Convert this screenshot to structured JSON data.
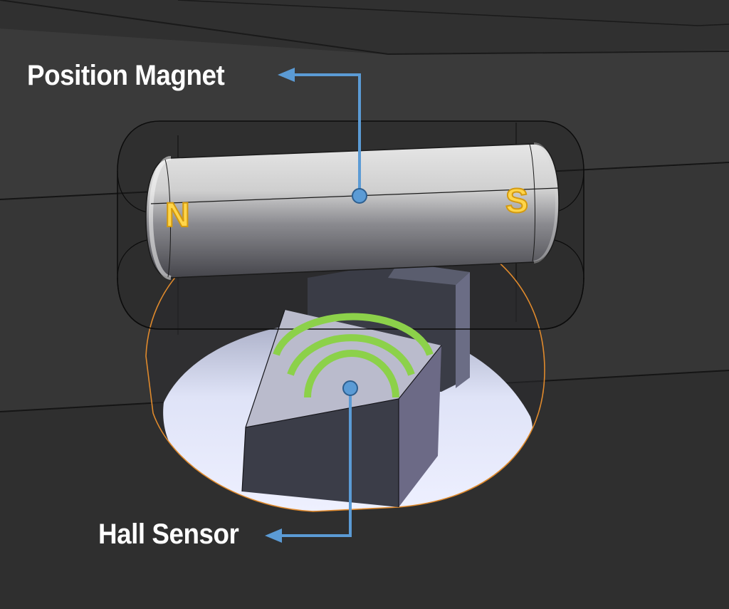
{
  "labels": {
    "magnet": "Position Magnet",
    "sensor": "Hall Sensor"
  },
  "poles": {
    "north": "N",
    "south": "S"
  },
  "colors": {
    "background": "#2c2c2c",
    "callout_line": "#5b9bd5",
    "pole_letter": "#ffd54a",
    "signal_waves": "#8cd14a",
    "field_outline": "#e08a2c",
    "label_text": "#ffffff"
  },
  "icons": {
    "signal": "signal-waves-icon",
    "arrow": "arrow-left-icon"
  }
}
